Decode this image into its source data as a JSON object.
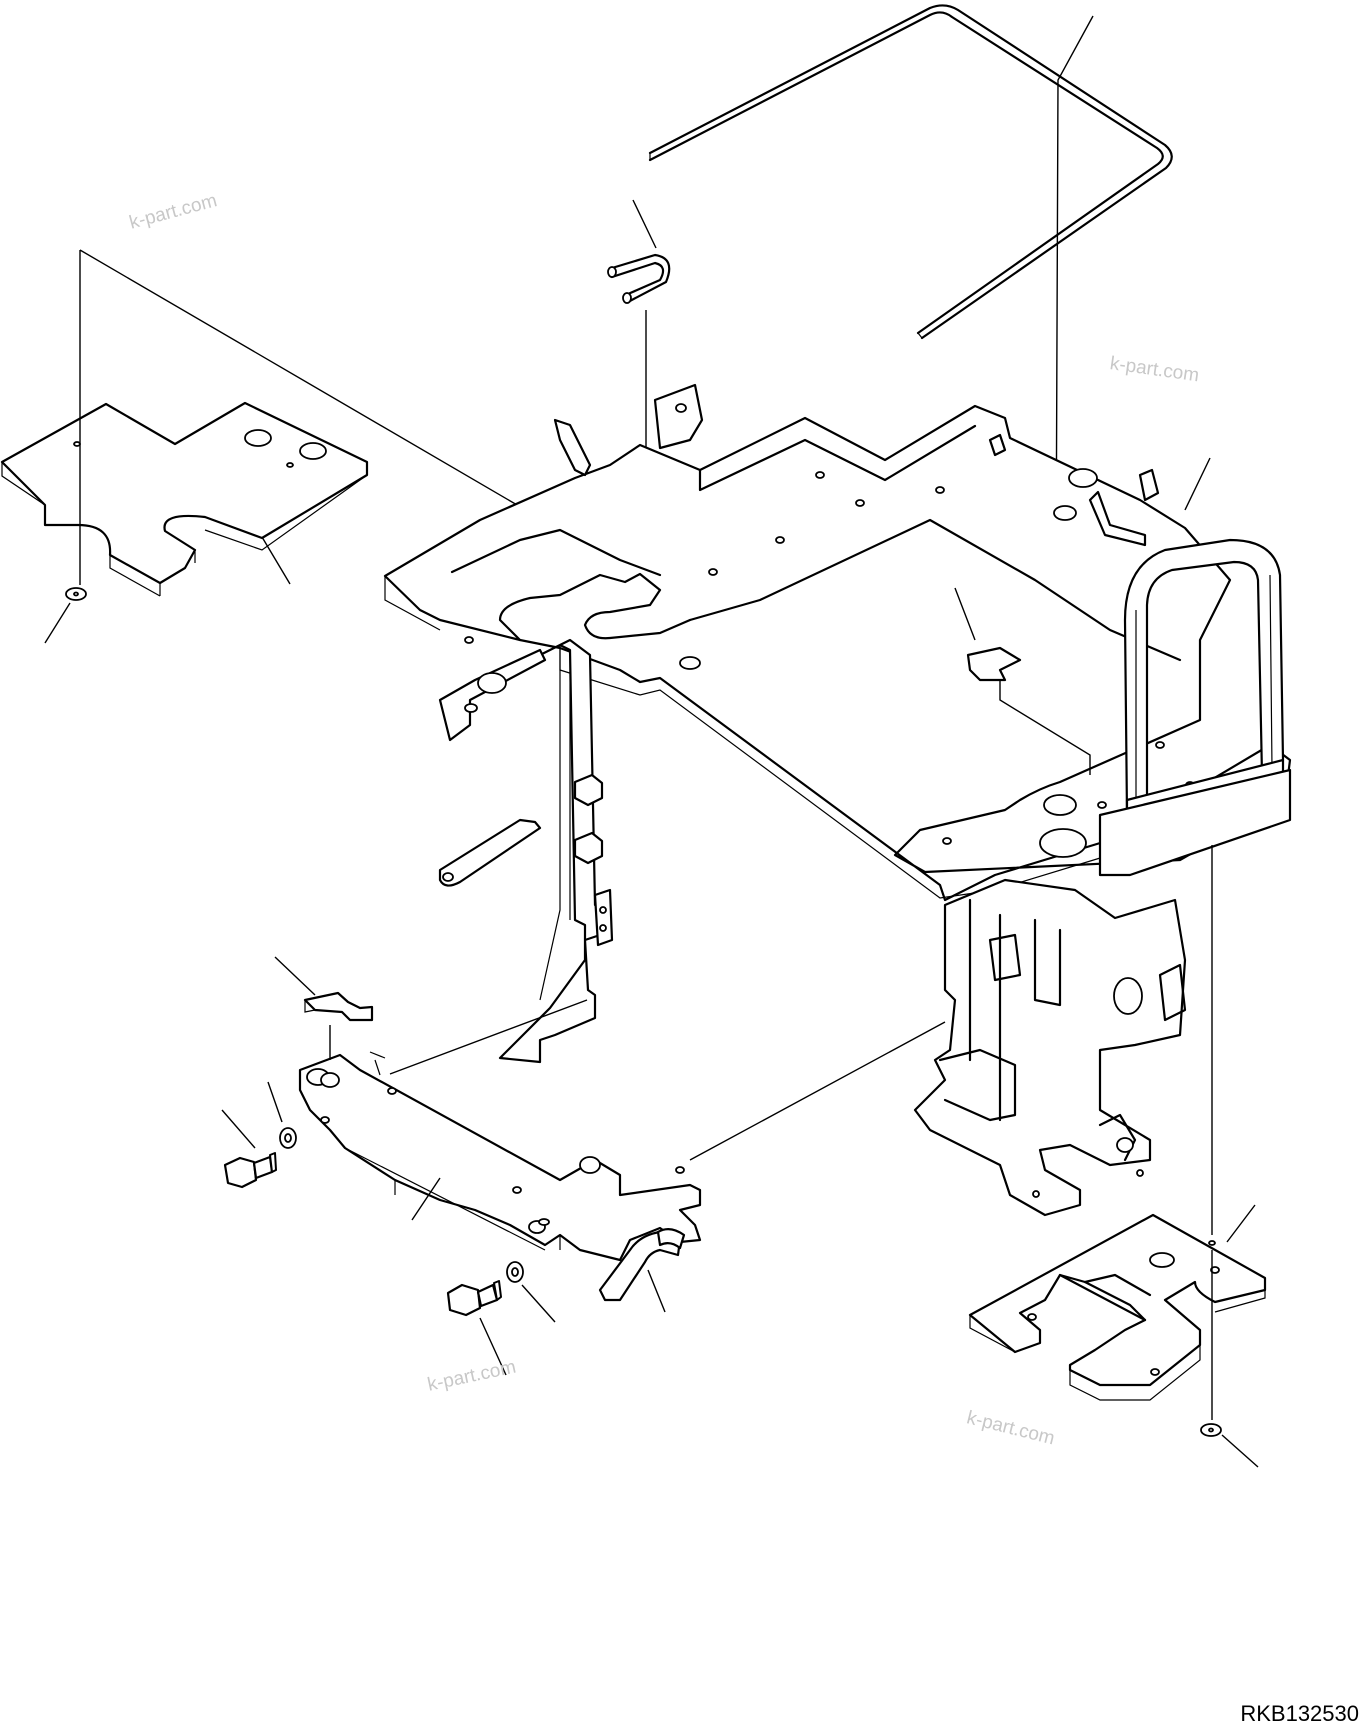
{
  "watermarks": [
    "k-part.com",
    "k-part.com",
    "k-part.com",
    "k-part.com"
  ],
  "drawing_code": "RKB132530",
  "parts": [
    "wire-guard",
    "u-clip",
    "floor-plate-left",
    "floor-plate-right",
    "battery-frame",
    "lower-bracket",
    "cable-clamp",
    "bolt",
    "washer",
    "hose-clamp",
    "grab-handle",
    "pad"
  ]
}
